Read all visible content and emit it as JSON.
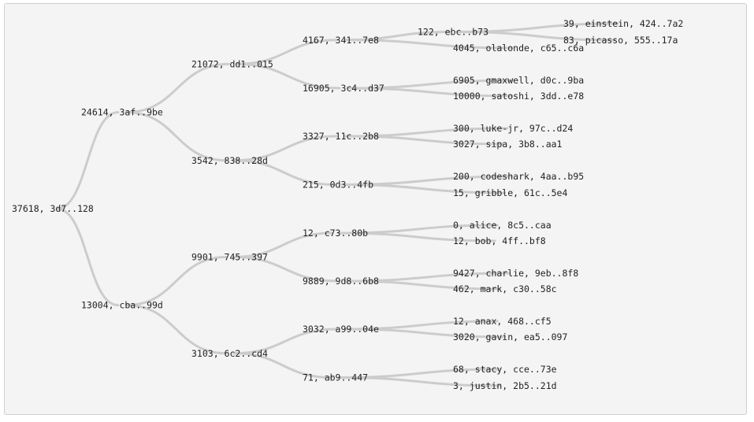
{
  "tree": {
    "label": "37618, 3d7..128",
    "children": [
      {
        "label": "24614, 3af..9be",
        "children": [
          {
            "label": "21072, dd1..015",
            "children": [
              {
                "label": "4167, 341..7e8",
                "children": [
                  {
                    "label": "122, ebc..b73",
                    "children": [
                      {
                        "label": "39, einstein, 424..7a2"
                      },
                      {
                        "label": "83, picasso, 555..17a"
                      }
                    ]
                  },
                  {
                    "label": "4045, olalonde, c65..c6a"
                  }
                ]
              },
              {
                "label": "16905, 3c4..d37",
                "children": [
                  {
                    "label": "6905, gmaxwell, d0c..9ba"
                  },
                  {
                    "label": "10000, satoshi, 3dd..e78"
                  }
                ]
              }
            ]
          },
          {
            "label": "3542, 838..28d",
            "children": [
              {
                "label": "3327, 11c..2b8",
                "children": [
                  {
                    "label": "300, luke-jr, 97c..d24"
                  },
                  {
                    "label": "3027, sipa, 3b8..aa1"
                  }
                ]
              },
              {
                "label": "215, 0d3..4fb",
                "children": [
                  {
                    "label": "200, codeshark, 4aa..b95"
                  },
                  {
                    "label": "15, gribble, 61c..5e4"
                  }
                ]
              }
            ]
          }
        ]
      },
      {
        "label": "13004, cba..99d",
        "children": [
          {
            "label": "9901, 745..397",
            "children": [
              {
                "label": "12, c73..80b",
                "children": [
                  {
                    "label": "0, alice, 8c5..caa"
                  },
                  {
                    "label": "12, bob, 4ff..bf8"
                  }
                ]
              },
              {
                "label": "9889, 9d8..6b8",
                "children": [
                  {
                    "label": "9427, charlie, 9eb..8f8"
                  },
                  {
                    "label": "462, mark, c30..58c"
                  }
                ]
              }
            ]
          },
          {
            "label": "3103, 6c2..cd4",
            "children": [
              {
                "label": "3032, a99..04e",
                "children": [
                  {
                    "label": "12, anax, 468..cf5"
                  },
                  {
                    "label": "3020, gavin, ea5..097"
                  }
                ]
              },
              {
                "label": "71, ab9..447",
                "children": [
                  {
                    "label": "68, stacy, cce..73e"
                  },
                  {
                    "label": "3, justin, 2b5..21d"
                  }
                ]
              }
            ]
          }
        ]
      }
    ]
  }
}
